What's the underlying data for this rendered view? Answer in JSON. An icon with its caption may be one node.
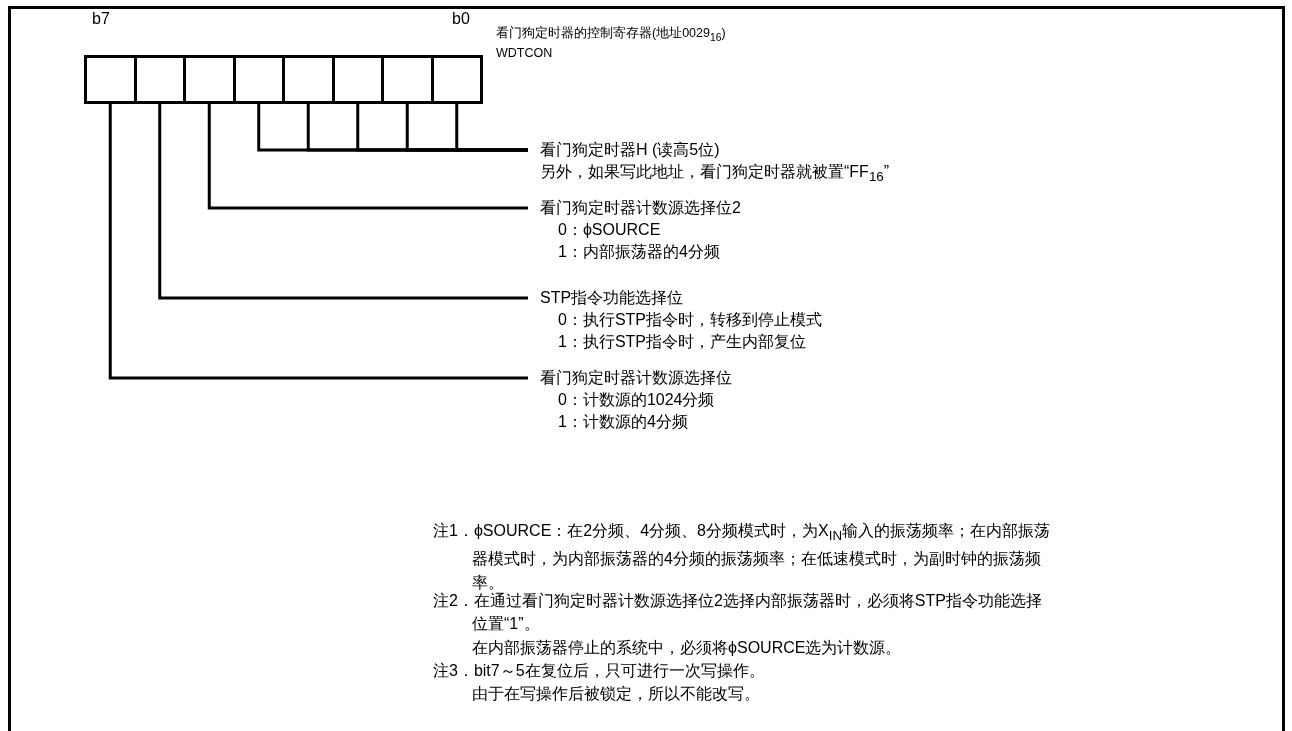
{
  "diagram": {
    "nodes": [
      {
        "text": [],
        "shape": "box"
      },
      {
        "text": [],
        "shape": "box"
      },
      {
        "text": [],
        "shape": "box"
      },
      {
        "text": [],
        "shape": "box"
      },
      {
        "text": [],
        "shape": "box"
      },
      {
        "text": [],
        "shape": "box"
      },
      {
        "text": [],
        "shape": "box"
      },
      {
        "text": [],
        "shape": "box"
      },
      {
        "text": [
          "看门狗定时器H (读高5位)",
          "另外，如果写此地址，看门狗定时器就被置“FF$_{16}$”"
        ]
      },
      {
        "text": [
          "看门狗定时器计数源选择位2",
          "0：ϕSOURCE",
          "1：内部振荡器的4分频"
        ]
      },
      {
        "text": [
          "STP指令功能选择位",
          "0：执行STP指令时，转移到停止模式",
          "1：执行STP指令时，产生内部复位"
        ]
      },
      {
        "text": [
          "看门狗定时器计数源选择位",
          "0：计数源的1024分频",
          "1：计数源的4分频"
        ]
      }
    ],
    "edges": [
      {
        "from": 3,
        "to": 8,
        "arrow": "none"
      },
      {
        "from": 4,
        "to": 8,
        "arrow": "none"
      },
      {
        "from": 5,
        "to": 8,
        "arrow": "none"
      },
      {
        "from": 6,
        "to": 8,
        "arrow": "none"
      },
      {
        "from": 7,
        "to": 8,
        "arrow": "none"
      },
      {
        "from": 2,
        "to": 9,
        "arrow": "none"
      },
      {
        "from": 1,
        "to": 10,
        "arrow": "none"
      },
      {
        "from": 0,
        "to": 11,
        "arrow": "none"
      }
    ],
    "labels": [
      "b7",
      "b0",
      "看门狗定时器的控制寄存器(地址0029$_{16}$)",
      "WDTCON",
      "注1．ϕSOURCE：在2分频、4分频、8分频模式时，为X$_{IN}$输入的振荡频率；在内部振荡器模式时，为内部振荡器的4分频的振荡频率；在低速模式时，为副时钟的振荡频率。",
      "注2．在通过看门狗定时器计数源选择位2选择内部振荡器时，必须将STP指令功能选择位置“1”。",
      "在内部振荡器停止的系统中，必须将ϕSOURCE选为计数源。",
      "注3．bit7～5在复位后，只可进行一次写操作。",
      "由于在写操作后被锁定，所以不能改写。"
    ]
  }
}
